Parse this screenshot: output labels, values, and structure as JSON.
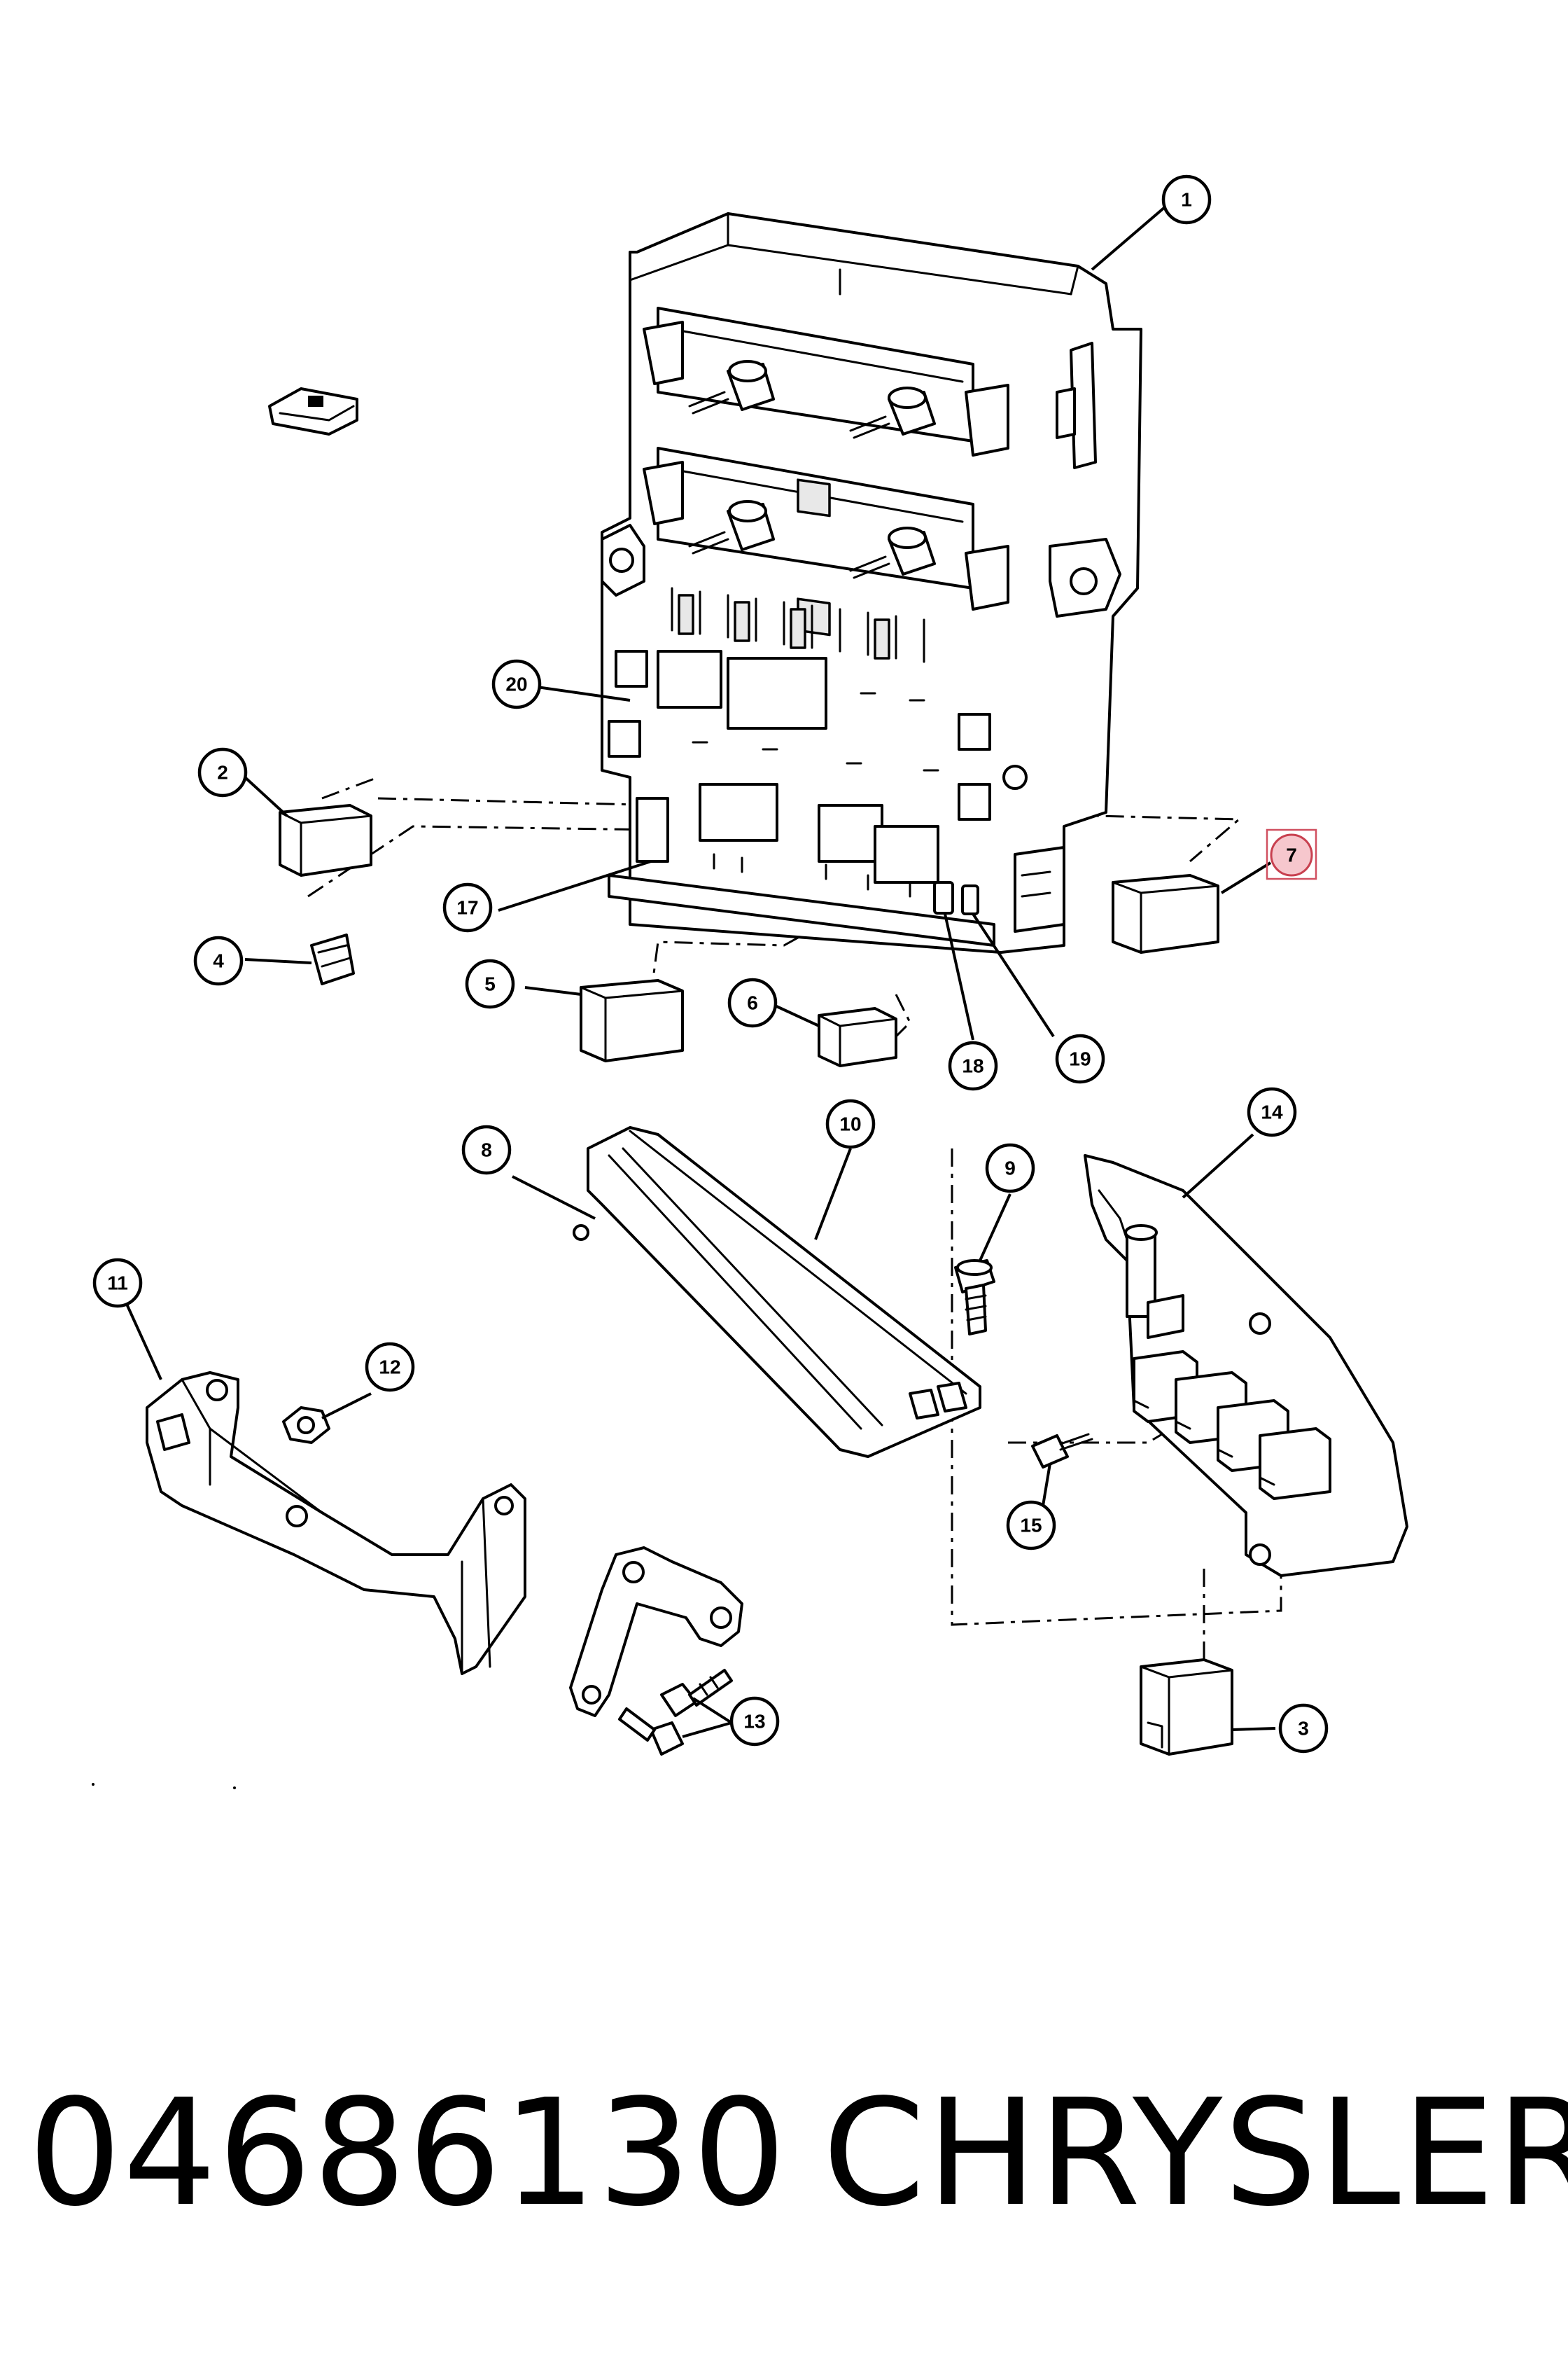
{
  "callouts": [
    {
      "id": "1"
    },
    {
      "id": "2"
    },
    {
      "id": "3"
    },
    {
      "id": "4"
    },
    {
      "id": "5"
    },
    {
      "id": "6"
    },
    {
      "id": "7",
      "highlighted": true
    },
    {
      "id": "8"
    },
    {
      "id": "9"
    },
    {
      "id": "10"
    },
    {
      "id": "11"
    },
    {
      "id": "12"
    },
    {
      "id": "13"
    },
    {
      "id": "14"
    },
    {
      "id": "15"
    },
    {
      "id": "17"
    },
    {
      "id": "18"
    },
    {
      "id": "19"
    },
    {
      "id": "20"
    }
  ],
  "caption": {
    "part_number": "04686130",
    "brand": "CHRYSLER"
  },
  "colors": {
    "line": "#000000",
    "highlight_fill": "#f6c7cd",
    "highlight_stroke": "#c8404f"
  }
}
